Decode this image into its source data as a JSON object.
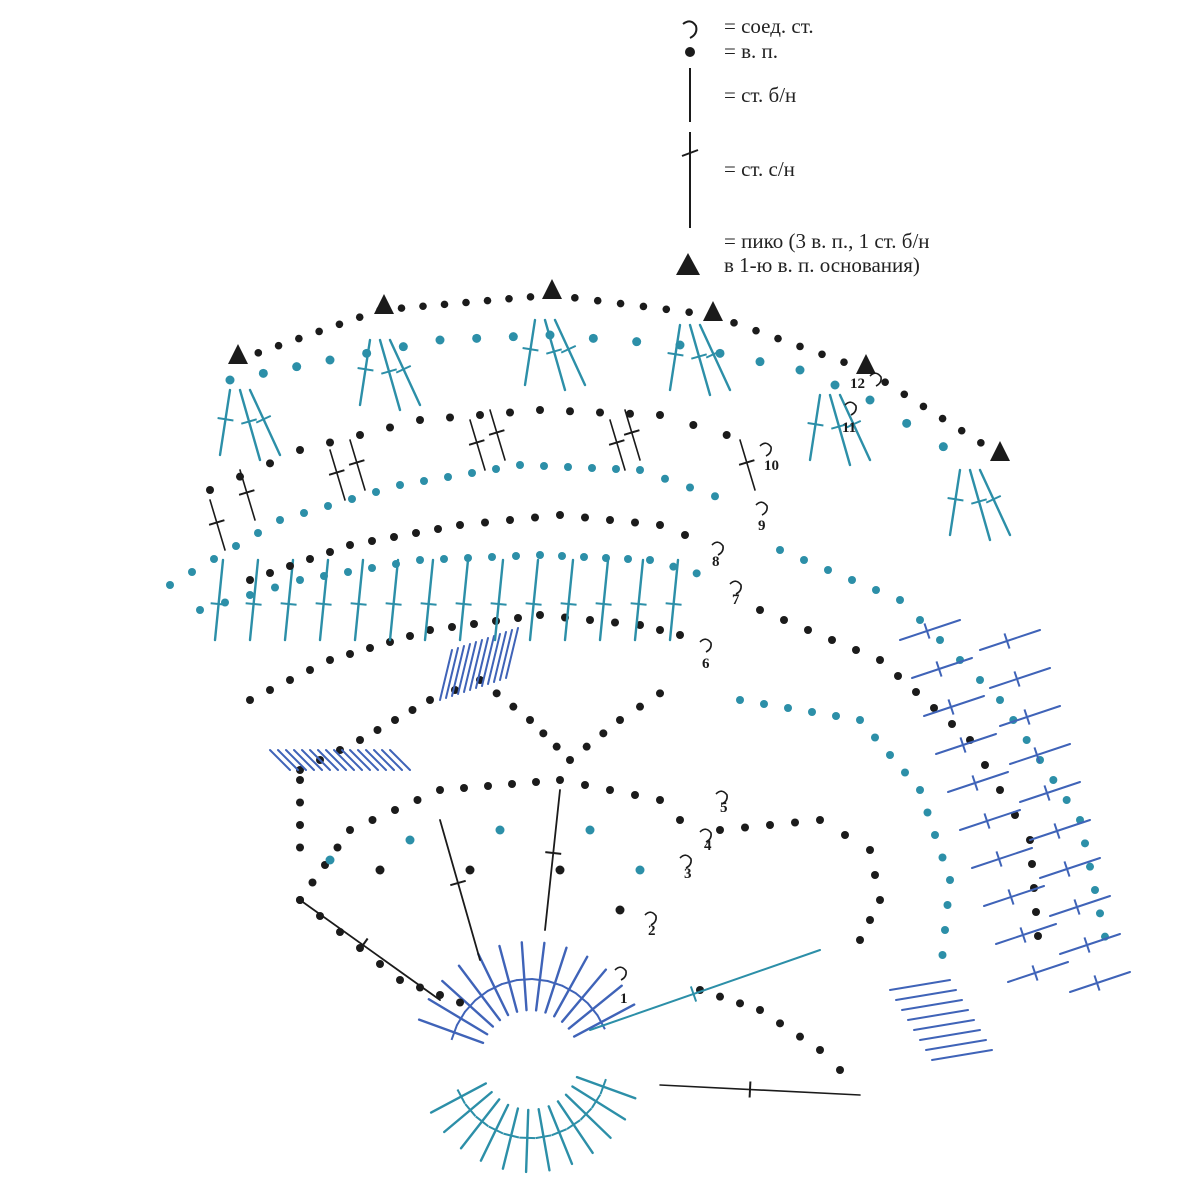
{
  "legend": {
    "items": [
      {
        "symbol": "slip-stitch",
        "label": "= соед. ст."
      },
      {
        "symbol": "chain",
        "label": "= в. п."
      },
      {
        "symbol": "single-crochet",
        "label": "= ст. б/н"
      },
      {
        "symbol": "double-crochet",
        "label": "= ст. с/н"
      },
      {
        "symbol": "picot",
        "label": "=  пико (3 в. п., 1 ст.  б/н"
      }
    ],
    "picot_line2": "в 1-ю в. п.  основания)"
  },
  "row_numbers": [
    "1",
    "2",
    "3",
    "4",
    "5",
    "6",
    "7",
    "8",
    "9",
    "10",
    "11",
    "12"
  ],
  "colors": {
    "ink": "#1b1b1b",
    "teal": "#2c8fa8",
    "blue": "#3f63b8",
    "paper": "#ffffff"
  },
  "icons": {
    "slip-stitch": "arc-icon",
    "chain": "dot-icon",
    "single-crochet": "vertical-line-icon",
    "double-crochet": "crossed-line-icon",
    "picot": "triangle-icon"
  }
}
